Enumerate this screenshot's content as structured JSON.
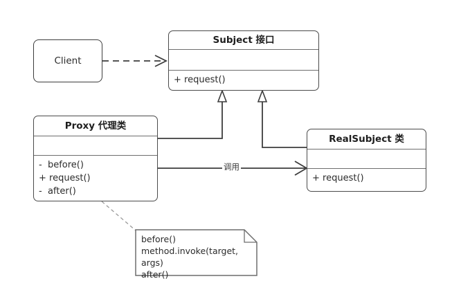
{
  "diagram": {
    "type": "uml-class-diagram",
    "title_text": "",
    "background_color": "#ffffff",
    "line_color": "#3c3c3c",
    "note_line_color": "#9a9a9a"
  },
  "nodes": {
    "client": {
      "label": "Client"
    },
    "subject": {
      "title": "Subject 接口",
      "attributes": [],
      "operations": [
        "+ request()"
      ]
    },
    "proxy": {
      "title": "Proxy 代理类",
      "attributes": [],
      "operations": [
        "-  before()",
        "+ request()",
        "-  after()"
      ]
    },
    "realsubject": {
      "title": "RealSubject 类",
      "attributes": [],
      "operations": [
        "+ request()"
      ]
    },
    "note": {
      "lines": [
        "before()",
        "method.invoke(target,",
        "args)",
        "after()"
      ]
    }
  },
  "edges": {
    "client_to_subject": {
      "label": "",
      "style": "dashed",
      "arrow": "open"
    },
    "proxy_to_subject": {
      "label": "",
      "style": "solid",
      "arrow": "hollow-triangle"
    },
    "realsubject_to_subject": {
      "label": "",
      "style": "solid",
      "arrow": "hollow-triangle"
    },
    "proxy_to_realsubject": {
      "label": "调用",
      "style": "solid",
      "arrow": "open"
    },
    "proxy_to_note": {
      "label": "",
      "style": "dashed",
      "arrow": "none"
    }
  }
}
